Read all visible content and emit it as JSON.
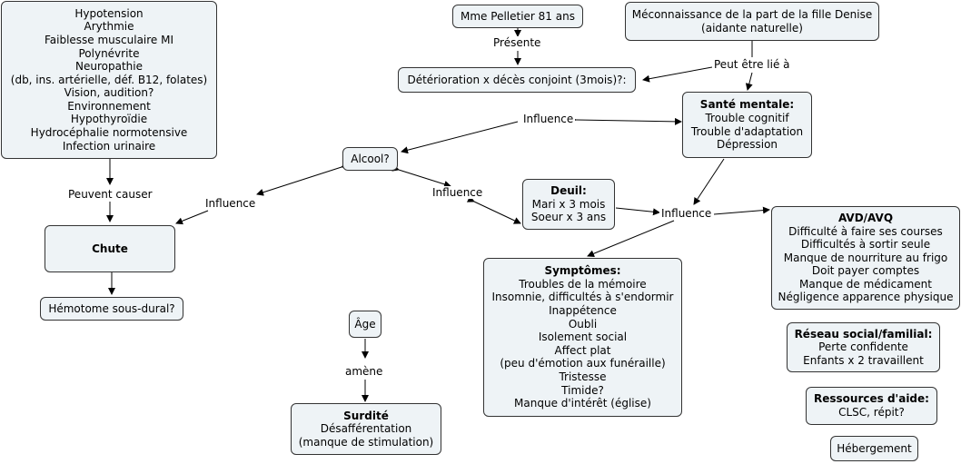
{
  "nodes": {
    "causes": {
      "lines": [
        "Hypotension",
        "Arythmie",
        "Faiblesse musculaire MI",
        "Polynévrite",
        "Neuropathie",
        "(db, ins. artérielle, déf. B12, folates)",
        "Vision, audition?",
        "Environnement",
        "Hypothyroïdie",
        "Hydrocéphalie normotensive",
        "Infection urinaire"
      ]
    },
    "chute": {
      "title": "Chute"
    },
    "hematome": {
      "text": "Hémotome sous-dural?"
    },
    "alcool": {
      "text": "Alcool?"
    },
    "mme": {
      "text": "Mme Pelletier 81 ans"
    },
    "deterioration": {
      "text": "Détérioration x décès conjoint (3mois)?:"
    },
    "meconnaissance": {
      "lines": [
        "Méconnaissance de la part de la fille Denise",
        "(aidante naturelle)"
      ]
    },
    "sante": {
      "title": "Santé mentale:",
      "lines": [
        "Trouble cognitif",
        "Trouble d'adaptation",
        "Dépression"
      ]
    },
    "deuil": {
      "title": "Deuil:",
      "lines": [
        "Mari x 3 mois",
        "Soeur x 3 ans"
      ]
    },
    "avd": {
      "title": "AVD/AVQ",
      "lines": [
        "Difficulté à faire ses courses",
        "Difficultés à sortir seule",
        "Manque de nourriture au frigo",
        "Doit payer comptes",
        "Manque de médicament",
        "Négligence apparence physique"
      ]
    },
    "symptomes": {
      "title": "Symptômes:",
      "lines": [
        "Troubles de la mémoire",
        "Insomnie, difficultés à s'endormir",
        "Inappétence",
        "Oubli",
        "Isolement social",
        "Affect plat",
        "(peu d'émotion aux funéraille)",
        "Tristesse",
        "Timide?",
        "Manque d'intérêt (église)"
      ]
    },
    "reseau": {
      "title": "Réseau social/familial:",
      "lines": [
        "Perte confidente",
        "Enfants x 2 travaillent"
      ]
    },
    "ressources": {
      "title": "Ressources d'aide:",
      "lines": [
        "CLSC, répit?"
      ]
    },
    "hebergement": {
      "text": "Hébergement"
    },
    "age": {
      "text": "Âge"
    },
    "surdite": {
      "title": "Surdité",
      "lines": [
        "Désafférentation",
        "(manque de stimulation)"
      ]
    }
  },
  "links": {
    "peuvent_causer": "Peuvent causer",
    "influence_left": "Influence",
    "influence_top": "Influence",
    "influence_mid": "Influence",
    "influence_right": "Influence",
    "presente": "Présente",
    "peut_etre_lie": "Peut être lié à",
    "amene": "amène"
  }
}
